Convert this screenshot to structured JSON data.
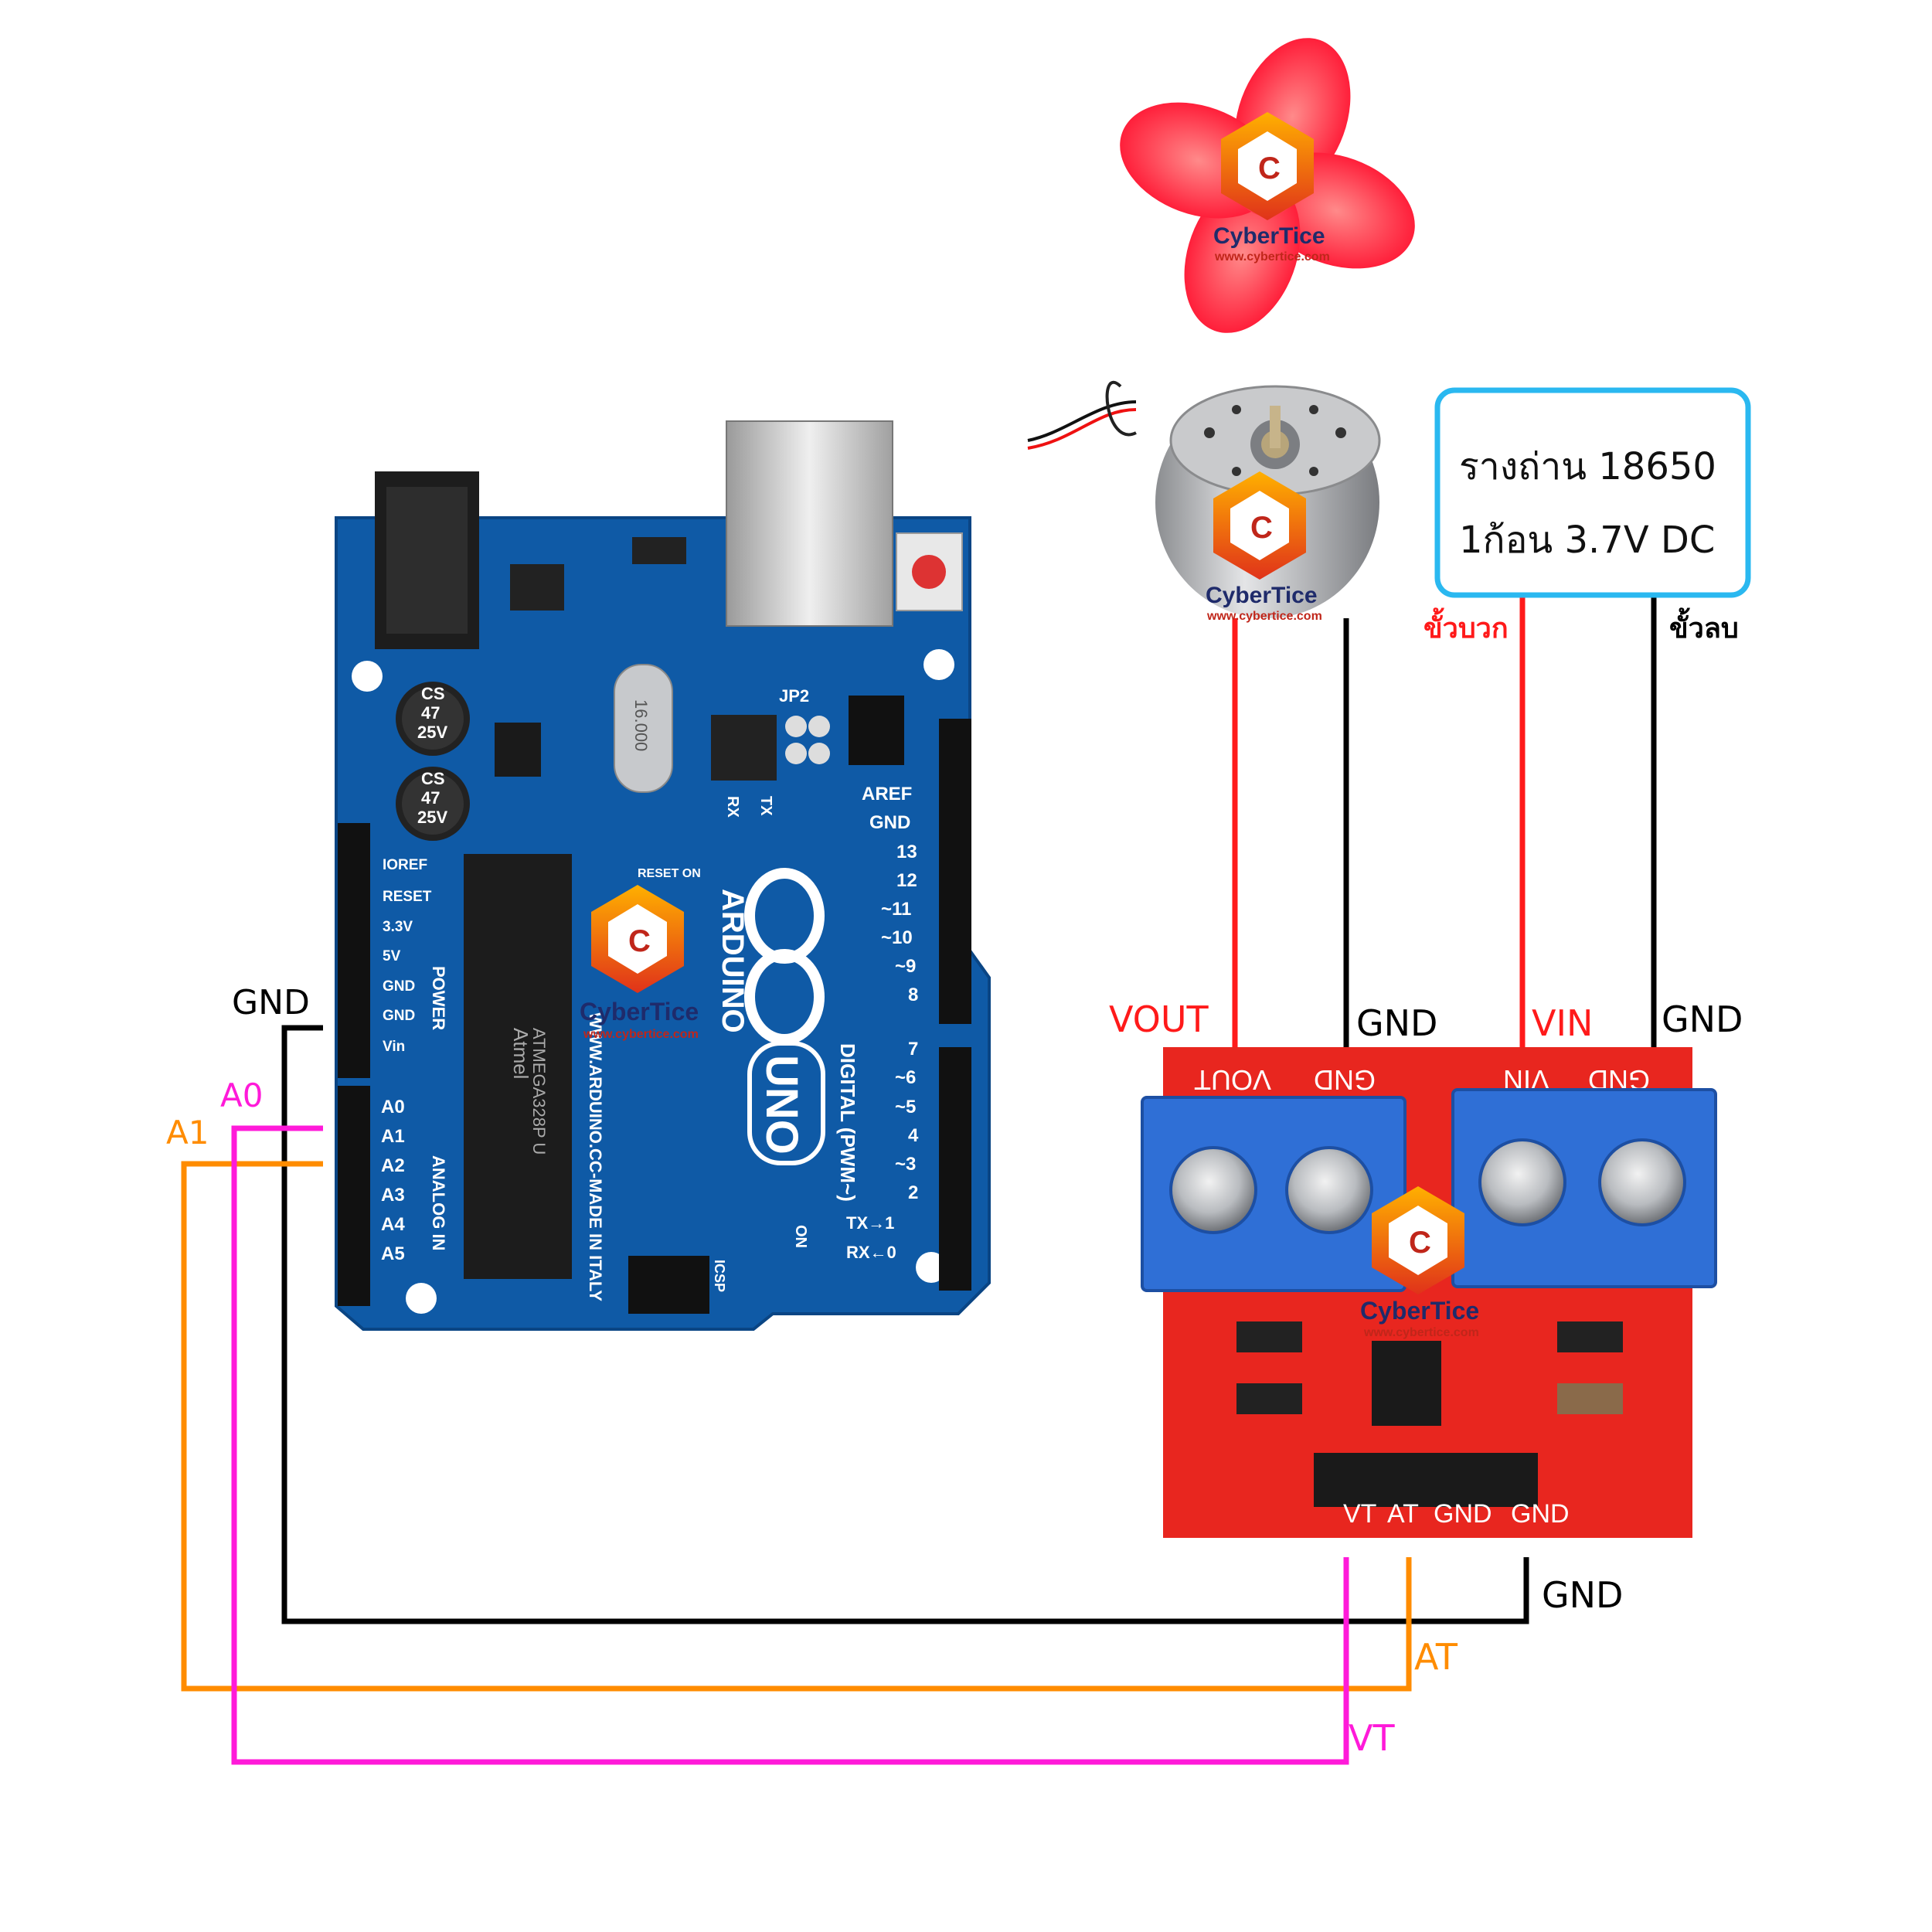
{
  "arduino": {
    "brand": "ARDUINO",
    "model": "UNO",
    "made_in": "WWW.ARDUINO.CC-MADE IN ITALY",
    "header_power": "POWER",
    "header_analog": "ANALOG IN",
    "header_digital": "DIGITAL (PWM~)",
    "aref": "AREF",
    "gnd": "GND",
    "chip_text": "ATMEGA328P U",
    "chip_brand": "Atmel",
    "crystal": "16.000",
    "jp2": "JP2",
    "icsp": "ICSP",
    "on": "ON",
    "reset_on": "RESET ON",
    "rx": "RX",
    "tx": "TX",
    "tx_arrow": "TX→1",
    "rx_arrow": "RX←0",
    "cap_text": [
      "CS",
      "47",
      "25V"
    ],
    "power_pins": [
      "IOREF",
      "RESET",
      "3.3V",
      "5V",
      "GND",
      "GND",
      "Vin"
    ],
    "analog_pins": [
      "A0",
      "A1",
      "A2",
      "A3",
      "A4",
      "A5"
    ],
    "digital_pins_top": [
      "13",
      "12",
      "~11",
      "~10",
      "~9",
      "8"
    ],
    "digital_pins_bottom": [
      "7",
      "~6",
      "~5",
      "4",
      "~3",
      "2"
    ]
  },
  "battery": {
    "line1": "รางถ่าน 18650",
    "line2": "1ก้อน 3.7V DC",
    "positive": "ขั้วบวก",
    "negative": "ขั้วลบ"
  },
  "module": {
    "terminal_labels": [
      "VOUT",
      "GND",
      "VIN",
      "GND"
    ],
    "pin_labels": [
      "VT",
      "AT",
      "GND",
      "GND"
    ]
  },
  "wire_labels": {
    "vout": "VOUT",
    "gnd_motor": "GND",
    "vin": "VIN",
    "gnd_battery": "GND",
    "arduino_gnd": "GND",
    "arduino_a0": "A0",
    "arduino_a1": "A1",
    "bottom_gnd": "GND",
    "bottom_at": "AT",
    "bottom_vt": "VT"
  },
  "watermark": {
    "name": "CyberTice",
    "url": "www.cybertice.com"
  },
  "colors": {
    "wire_red": "#ff1a1a",
    "wire_black": "#000000",
    "wire_orange": "#ff8c00",
    "wire_magenta": "#ff1ad9",
    "board_blue": "#0f5aa6",
    "module_red": "#e8261f",
    "terminal_blue": "#2f6fd6",
    "battery_border": "#2ab8f0"
  }
}
